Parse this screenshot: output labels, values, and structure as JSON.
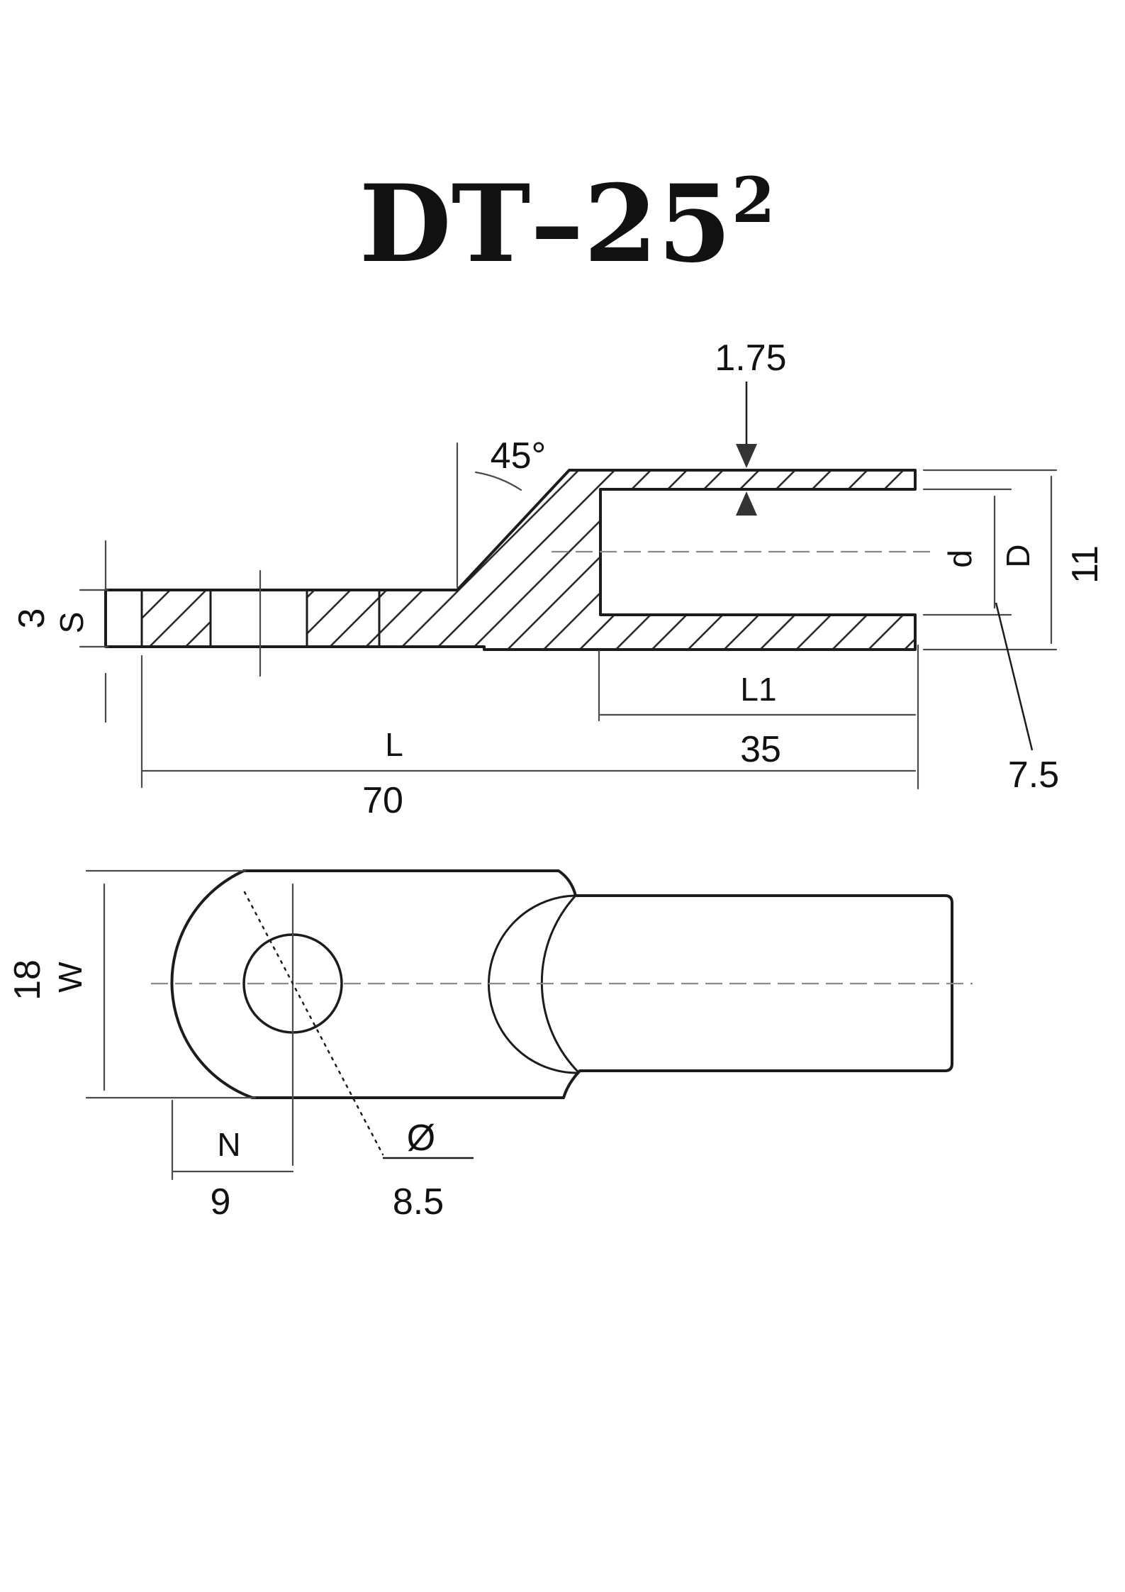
{
  "title": {
    "model": "DT–25",
    "superscript": "2"
  },
  "side_view": {
    "wall_thickness": {
      "value": "1.75"
    },
    "chamfer_angle": {
      "value": "45°"
    },
    "palm_thickness": {
      "letter": "S",
      "value": "3"
    },
    "inner_diameter": {
      "letter": "d",
      "value": "7.5"
    },
    "outer_diameter": {
      "letter": "D",
      "value": "11"
    },
    "barrel_depth": {
      "letter": "L1",
      "value": "35"
    },
    "overall_length": {
      "letter": "L",
      "value": "70"
    }
  },
  "top_view": {
    "width": {
      "letter": "W",
      "value": "18"
    },
    "hole_offset": {
      "letter": "N",
      "value": "9"
    },
    "hole_diameter": {
      "symbol": "Ø",
      "value": "8.5"
    }
  }
}
